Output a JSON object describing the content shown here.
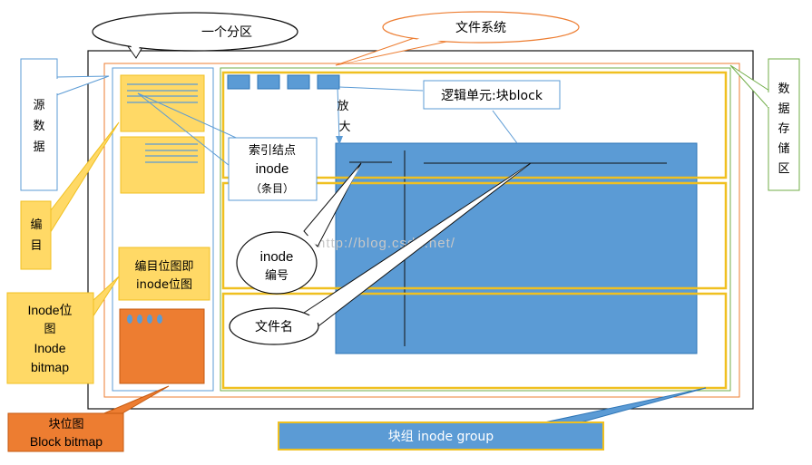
{
  "labels": {
    "partition": "一个分区",
    "filesystem": "文件系统",
    "source_data": "源数据",
    "data_storage": "数据存储区",
    "catalog": "编目",
    "inode_bitmap": "Inode位图 Inode bitmap",
    "block_bitmap": "块位图 Block bitmap",
    "catalog_bitmap_1": "编目位图即",
    "catalog_bitmap_2": "inode位图",
    "index_node_1": "索引结点",
    "index_node_2": "inode",
    "index_node_3": "（条目）",
    "logic_unit": "逻辑单元:块block",
    "enlarge": "放大",
    "inode_number_1": "inode",
    "inode_number_2": "编号",
    "filename": "文件名",
    "block_group": "块组 inode group",
    "watermark": "http://blog.csdn.net/"
  },
  "colors": {
    "blue_fill": "#5b9bd5",
    "yellow_fill": "#ffd966",
    "orange_fill": "#ed7d31",
    "yellow_border": "#f0c020",
    "orange_border": "#ed7d31",
    "green_border": "#70ad47",
    "blue_border": "#5b9bd5"
  }
}
